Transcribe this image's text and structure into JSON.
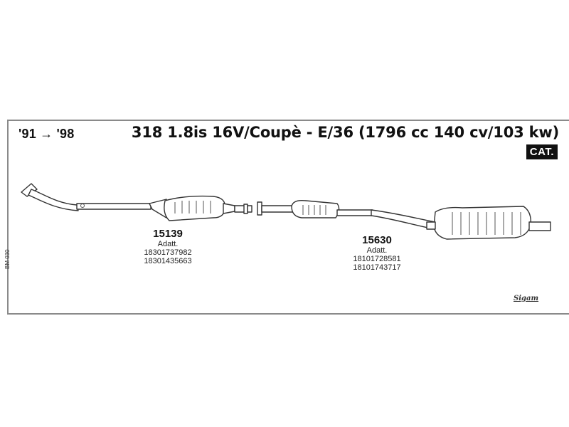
{
  "header": {
    "years": "'91 → '98",
    "model": "318 1.8is 16V/Coupè - E/36 (1796 cc 140 cv/103 kw)",
    "badge": "CAT."
  },
  "parts": [
    {
      "code": "15139",
      "adapt_label": "Adatt.",
      "oem": [
        "18301737982",
        "18301435663"
      ]
    },
    {
      "code": "15630",
      "adapt_label": "Adatt.",
      "oem": [
        "18101728581",
        "18101743717"
      ]
    }
  ],
  "side_code": "BM 030",
  "logo": "Sigam"
}
